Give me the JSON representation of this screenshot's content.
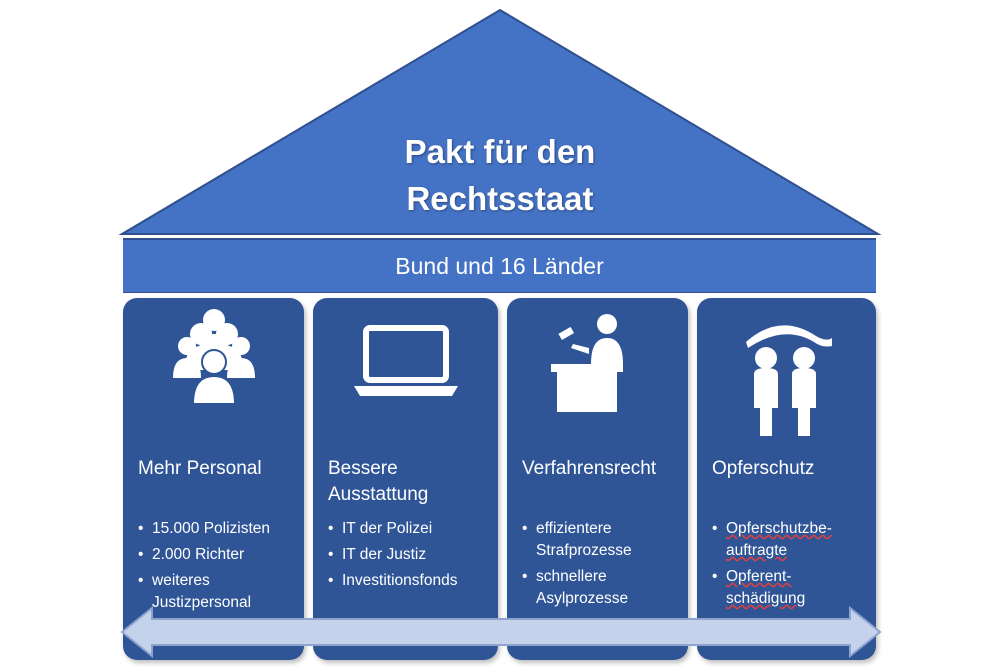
{
  "roof": {
    "title_line1": "Pakt für den",
    "title_line2": "Rechtsstaat"
  },
  "band": {
    "label": "Bund und 16 Länder"
  },
  "pillars": [
    {
      "icon": "people-group-icon",
      "title": "Mehr Personal",
      "items": [
        "15.000 Polizisten",
        "2.000 Richter",
        "weiteres Justizpersonal"
      ]
    },
    {
      "icon": "laptop-icon",
      "title": "Bessere Ausstattung",
      "items": [
        "IT der Polizei",
        "IT der Justiz",
        "Investitionsfonds"
      ]
    },
    {
      "icon": "judge-gavel-icon",
      "title": "Verfahrensrecht",
      "items": [
        "effizientere Strafprozesse",
        "schnellere Asylprozesse"
      ]
    },
    {
      "icon": "protected-people-icon",
      "title": "Opferschutz",
      "items": [
        "Opferschutzbe-auftragte",
        "Opferent-schädigung"
      ]
    }
  ],
  "colors": {
    "roof": "#4472c4",
    "band": "#4472c4",
    "pillar": "#2f5597",
    "arrow": "#c5d2eb",
    "text": "#ffffff"
  }
}
